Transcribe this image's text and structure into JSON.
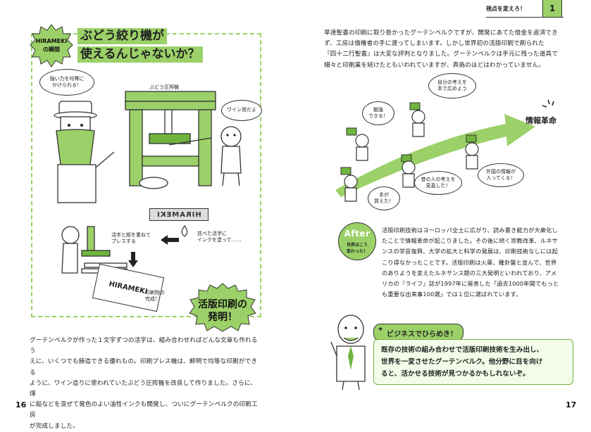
{
  "header": {
    "section": "視点を変えろ！",
    "number": "1"
  },
  "left": {
    "hirameki_badge": {
      "line1": "HIRAMEKI",
      "line2": "の瞬間"
    },
    "headline": {
      "line1": "ぶどう絞り機が",
      "line2": "使えるんじゃないか？"
    },
    "bubble_pressure": "強い力を均等に\nかけられる！",
    "bubble_wine": "ワイン用だよ",
    "label_press": "ぶどう圧搾機",
    "type_block": "HIRAMEKI",
    "label_ink": "並べた活字に\nインクを塗って……",
    "label_press_step": "活字と紙を重ねて\nプレスする",
    "paper_text": "HIRAMEKI",
    "label_printed": "印刷物の\n完成！",
    "badge_invention": {
      "line1": "活版印刷の",
      "line2": "発明！"
    },
    "body": [
      "グーテンベルクが作った１文字ずつの活字は、組み合わせればどんな文章も作れるう",
      "えに、いくつでも鋳造できる優れもの。印刷プレス機は、鮮明で均等な印刷ができる",
      "ように、ワイン造りに使われていたぶどう圧搾機を改良して作りました。さらに、煤",
      "に鉛などを混ぜて発色のよい油性インクも開発し、ついにグーテンベルクの印刷工房",
      "が完成しました。"
    ],
    "page_number": "16"
  },
  "right": {
    "intro": [
      "旱速聖書の印刷に取り掛かったグーテンベルクですが、開発にあてた借金を返済でき",
      "ず、工房は債権者の手に渡ってしまいます。しかし世界初の活版印刷で刷られた",
      "『四十二行聖書』は大変な評判となりました。グーテンベルクは手元に残った道具で",
      "細々と印刷業を続けたともいわれていますが、真偽のほどはわかっていません。"
    ],
    "diagram": {
      "arrow_label": "情報革命",
      "bubble_book": "本が\n買えた！",
      "bubble_study": "勉強\nできる！",
      "bubble_ancient": "昔の人の考えを\n見直した！",
      "bubble_share": "自分の考えを\n本で広めよう",
      "bubble_foreign": "外国の情報が\n入ってくる！"
    },
    "after_badge": {
      "title": "After",
      "sub1": "世界はこう",
      "sub2": "変わった！"
    },
    "after_text": [
      "活版印刷技術はヨーロッパ全土に広がり、読み書き能力が大衆化し",
      "たことで情報革命が起こりました。その後に続く宗教改革、ルネサ",
      "ンスの学芸復興、大学の拡大と科学の発展は、印刷技術なしには起",
      "こり得なかったことです。活版印刷は火薬、羅針盤と並んで、世界",
      "のありようを変えたルネサンス期の三大発明といわれており、アメ",
      "リカの『ライフ』誌が1997年に発表した「過去1000年間でもっと",
      "も重要な出来事100選」では１位に選ばれています。"
    ],
    "business": {
      "label": "ビジネスでひらめき！",
      "text": [
        "既存の技術の組み合わせで活版印刷技術を生み出し、",
        "世界を一変させたグーテンベルク。他分野に目を向け",
        "ると、活かせる技術が見つかるかもしれないぞ。"
      ]
    },
    "page_number": "17"
  },
  "colors": {
    "green": "#9bd168",
    "green_dark": "#6fb43f",
    "ink": "#222222"
  }
}
